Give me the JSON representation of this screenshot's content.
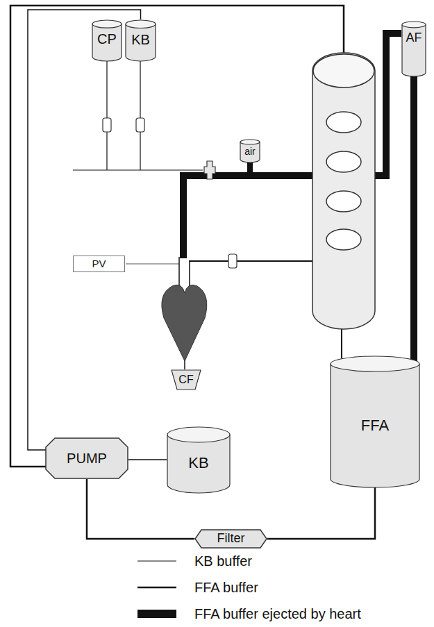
{
  "diagram": {
    "nodes": [
      {
        "text": [
          "CP"
        ]
      },
      {
        "text": [
          "KB"
        ]
      },
      {
        "text": [
          "AF"
        ]
      },
      {
        "text": [
          "air"
        ]
      },
      {
        "text": [
          "PV"
        ]
      },
      {
        "text": [
          "CF"
        ]
      },
      {
        "text": [
          "PUMP"
        ]
      },
      {
        "text": [
          "KB"
        ]
      },
      {
        "text": [
          "FFA"
        ]
      },
      {
        "text": [
          "Filter"
        ]
      }
    ],
    "edges": [
      {
        "from": 6,
        "to": 1,
        "arrow": "none"
      },
      {
        "from": 7,
        "to": 6,
        "arrow": "none"
      },
      {
        "from": 6,
        "to": 9,
        "arrow": "none"
      },
      {
        "from": 9,
        "to": 8,
        "arrow": "none"
      },
      {
        "from": 8,
        "to": 2,
        "arrow": "none"
      }
    ],
    "legend": [
      {
        "text": "KB buffer"
      },
      {
        "text": "FFA buffer"
      },
      {
        "text": "FFA buffer ejected by heart"
      }
    ]
  }
}
